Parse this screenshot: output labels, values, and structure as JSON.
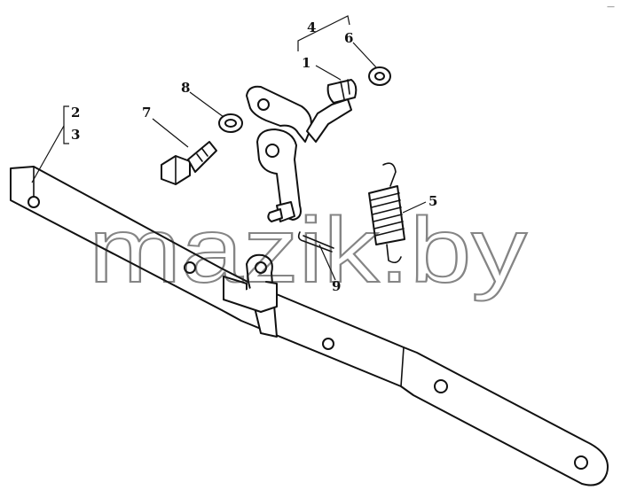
{
  "callouts": {
    "c1": "1",
    "c2": "2",
    "c3": "3",
    "c4": "4",
    "c5": "5",
    "c6": "6",
    "c7": "7",
    "c8": "8",
    "c9": "9"
  },
  "watermark": "mazik.by",
  "corner_mark": "—",
  "colors": {
    "ink": "#111111",
    "background": "#ffffff"
  }
}
